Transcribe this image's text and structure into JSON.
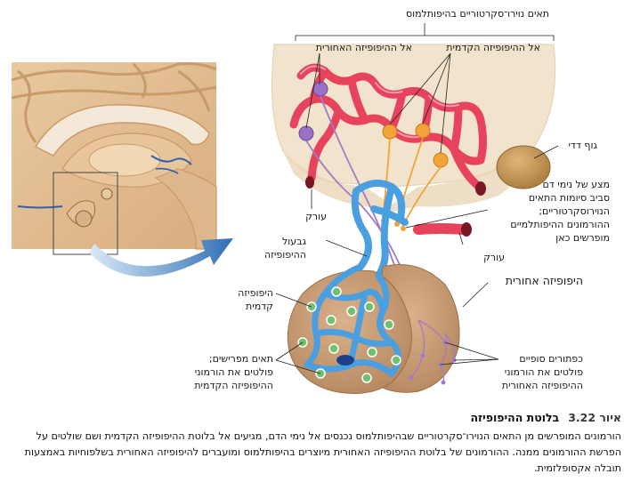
{
  "labels": {
    "hypothalamic_neurons": "תאים נוירו־סקרטוריים בהיפותלמוס",
    "to_posterior": "אל ההיפופיזה האחורית",
    "to_anterior": "אל ההיפופיזה הקדמית",
    "mammillary_body": "גוף דדי",
    "capillary_bed": [
      "מצע של נימי דם",
      "סביב סיומות התאים",
      "הנוירוסקרטוריים;",
      "ההורמונים ההיפותלמיים",
      "מופרשים כאן"
    ],
    "artery_left": "עורק",
    "artery_right": "עורק",
    "stalk": [
      "גבעול",
      "ההיפופיזה"
    ],
    "posterior_pituitary": "היפופיזה אחורית",
    "anterior_pituitary": [
      "היפופיזה",
      "קדמית"
    ],
    "secretory_cells": [
      "תאים מפרישים;",
      "פולטים את הורמוני",
      "ההיפופיזה הקדמית"
    ],
    "terminal_buttons": [
      "כפתורים סופיים",
      "פולטים את הורמוני",
      "ההיפופיזה האחורית"
    ]
  },
  "caption": {
    "figure_word": "איור",
    "figure_number": "3.22",
    "title": "בלוטת ההיפופיזה",
    "body": "הורמונים המופרשים מן התאים הנוירו־סקרטוריים שבהיפותלמוס נכנסים אל נימי הדם, מגיעים אל בלוטת ההיפופיזה הקדמית ושם שולטים על הפרשת ההורמונים ממנה. ההורמונים של בלוטת ההיפופיזה האחורית מיוצרים בהיפותלמוס ומועברים להיפופיזה האחורית בשלפוחיות באמצעות תובלה אקסופלזמית."
  },
  "colors": {
    "artery": "#e8435c",
    "vessel_blue": "#4a9fe0",
    "brain_tissue": "#f1dcc0",
    "pituitary": "#c59a73",
    "nerve_fibers": "#a17bc7",
    "neuron_orange": "#f2a33a",
    "arrow_blue": "#2f6fb5"
  }
}
